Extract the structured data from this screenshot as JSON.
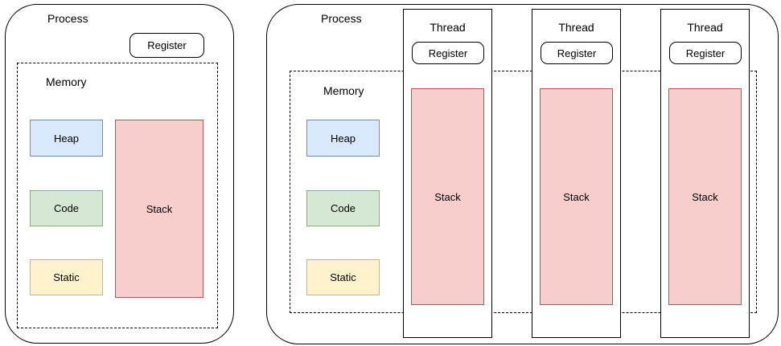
{
  "left_process": {
    "label": "Process",
    "register_label": "Register",
    "memory_label": "Memory",
    "heap_label": "Heap",
    "code_label": "Code",
    "static_label": "Static",
    "stack_label": "Stack"
  },
  "right_process": {
    "label": "Process",
    "memory_label": "Memory",
    "heap_label": "Heap",
    "code_label": "Code",
    "static_label": "Static",
    "threads": [
      {
        "label": "Thread",
        "register_label": "Register",
        "stack_label": "Stack"
      },
      {
        "label": "Thread",
        "register_label": "Register",
        "stack_label": "Stack"
      },
      {
        "label": "Thread",
        "register_label": "Register",
        "stack_label": "Stack"
      }
    ]
  },
  "colors": {
    "heap": {
      "fill": "#dae8fc",
      "stroke": "#6c8ebf"
    },
    "code": {
      "fill": "#d5e8d4",
      "stroke": "#82b366"
    },
    "static": {
      "fill": "#fff2cc",
      "stroke": "#d6b656"
    },
    "stack": {
      "fill": "#f8cecc",
      "stroke": "#b85450"
    },
    "outline": "#000000",
    "background": "#ffffff"
  }
}
